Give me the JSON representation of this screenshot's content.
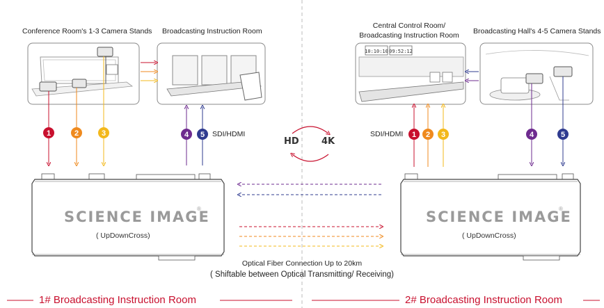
{
  "labels": {
    "conf_room": "Conference Room's 1-3 Camera Stands",
    "broadcasting_room_left": "Broadcasting Instruction Room",
    "central_control_line1": "Central Control Room/",
    "central_control_line2": "Broadcasting Instruction Room",
    "hall_cameras": "Broadcasting Hall's 4-5 Camera Stands",
    "sdi_left": "SDI/HDMI",
    "sdi_right": "SDI/HDMI",
    "hd": "HD",
    "k4": "4K",
    "brand_left": "SCIENCE IMAGE",
    "brand_right": "SCIENCE IMAGE",
    "reg": "®",
    "model_left": "( UpDownCross)",
    "model_right": "( UpDownCross)",
    "fiber_line1": "Optical Fiber Connection Up to 20km",
    "fiber_line2": "( Shiftable between Optical Transmitting/ Receiving)",
    "footer_left": "1# Broadcasting Instruction Room",
    "footer_right": "2# Broadcasting Instruction Room"
  },
  "badges_left": [
    "1",
    "2",
    "3",
    "4",
    "5"
  ],
  "badges_right": [
    "1",
    "2",
    "3",
    "4",
    "5"
  ],
  "screens": {
    "s1": "10:10:10",
    "s2": "09:52:12"
  },
  "colors": {
    "ch1": "#c8102e",
    "ch2": "#ef8a1e",
    "ch3": "#f3b81b",
    "ch4": "#6e2b8f",
    "ch5": "#2f3b8f",
    "footer": "#c8102e",
    "brand": "#9a9a9a"
  }
}
